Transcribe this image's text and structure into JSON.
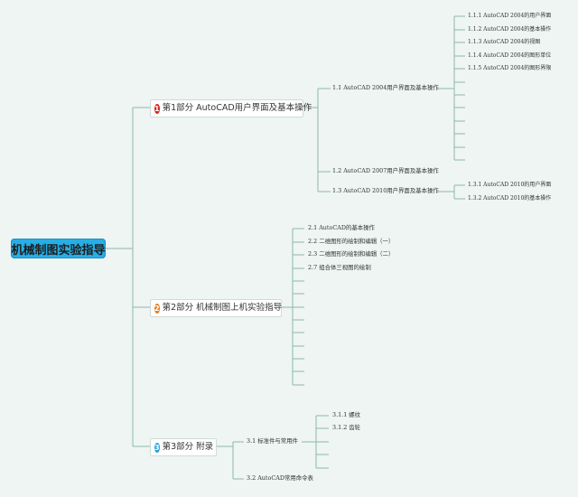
{
  "root": {
    "label": "机械制图实验指导"
  },
  "colors": {
    "line": "#8fb8ae",
    "badge1": "#d9261c",
    "badge2": "#e67e22",
    "badge3": "#27a2d9"
  },
  "branches": [
    {
      "number": "1",
      "label": "第1部分 AutoCAD用户界面及基本操作",
      "children": [
        {
          "label": "1.1 AutoCAD 2004用户界面及基本操作",
          "children": [
            "1.1.1 AutoCAD 2004的用户界面",
            "1.1.2 AutoCAD 2004的基本操作",
            "1.1.3 AutoCAD 2004的视图",
            "1.1.4 AutoCAD 2004的图形单位",
            "1.1.5 AutoCAD 2004的图形界限"
          ]
        },
        {
          "label": "1.2 AutoCAD 2007用户界面及基本操作"
        },
        {
          "label": "1.3 AutoCAD 2010用户界面及基本操作",
          "children": [
            "1.3.1 AutoCAD 2010的用户界面",
            "1.3.2 AutoCAD 2010的基本操作"
          ]
        }
      ]
    },
    {
      "number": "2",
      "label": "第2部分 机械制图上机实验指导",
      "children": [
        {
          "label": "2.1 AutoCAD的基本操作"
        },
        {
          "label": "2.2 二维图形的绘制和编辑（一）"
        },
        {
          "label": "2.3 二维图形的绘制和编辑（二）"
        },
        {
          "label": "2.7 组合体三视图的绘制"
        }
      ]
    },
    {
      "number": "3",
      "label": "第3部分 附录",
      "children": [
        {
          "label": "3.1 标准件与常用件",
          "children": [
            "3.1.1 螺纹",
            "3.1.2 齿轮"
          ]
        },
        {
          "label": "3.2 AutoCAD常用命令表"
        }
      ]
    }
  ]
}
